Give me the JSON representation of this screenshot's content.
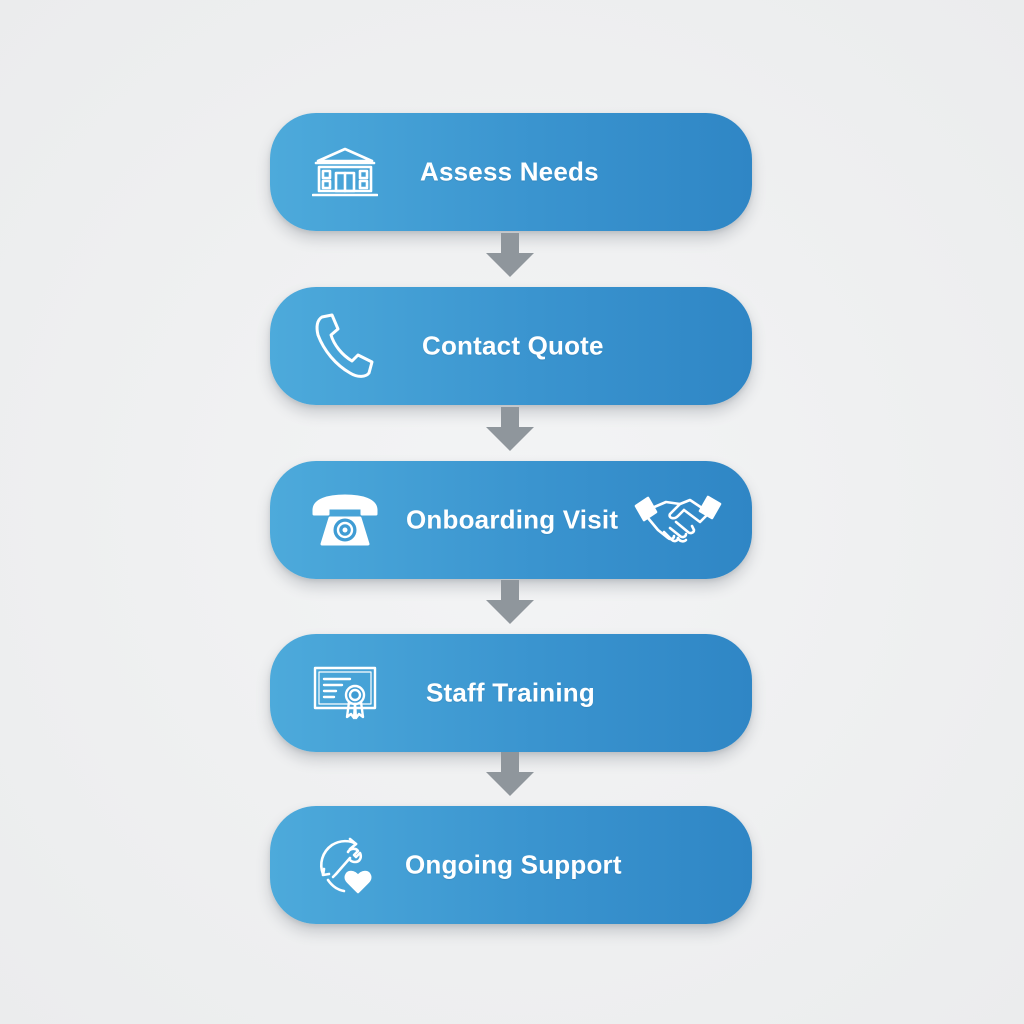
{
  "colors": {
    "background": "#ededee",
    "step_gradient_start": "#4daadb",
    "step_gradient_end": "#2f86c5",
    "arrow": "#8f969c",
    "text": "#ffffff"
  },
  "steps": [
    {
      "label": "Assess Needs",
      "icon": "building-icon"
    },
    {
      "label": "Contact Quote",
      "icon": "phone-handset-icon"
    },
    {
      "label": "Onboarding Visit",
      "icon": "rotary-telephone-icon",
      "trailing_icon": "handshake-icon"
    },
    {
      "label": "Staff Training",
      "icon": "certificate-icon"
    },
    {
      "label": "Ongoing Support",
      "icon": "support-wrench-heart-icon"
    }
  ]
}
